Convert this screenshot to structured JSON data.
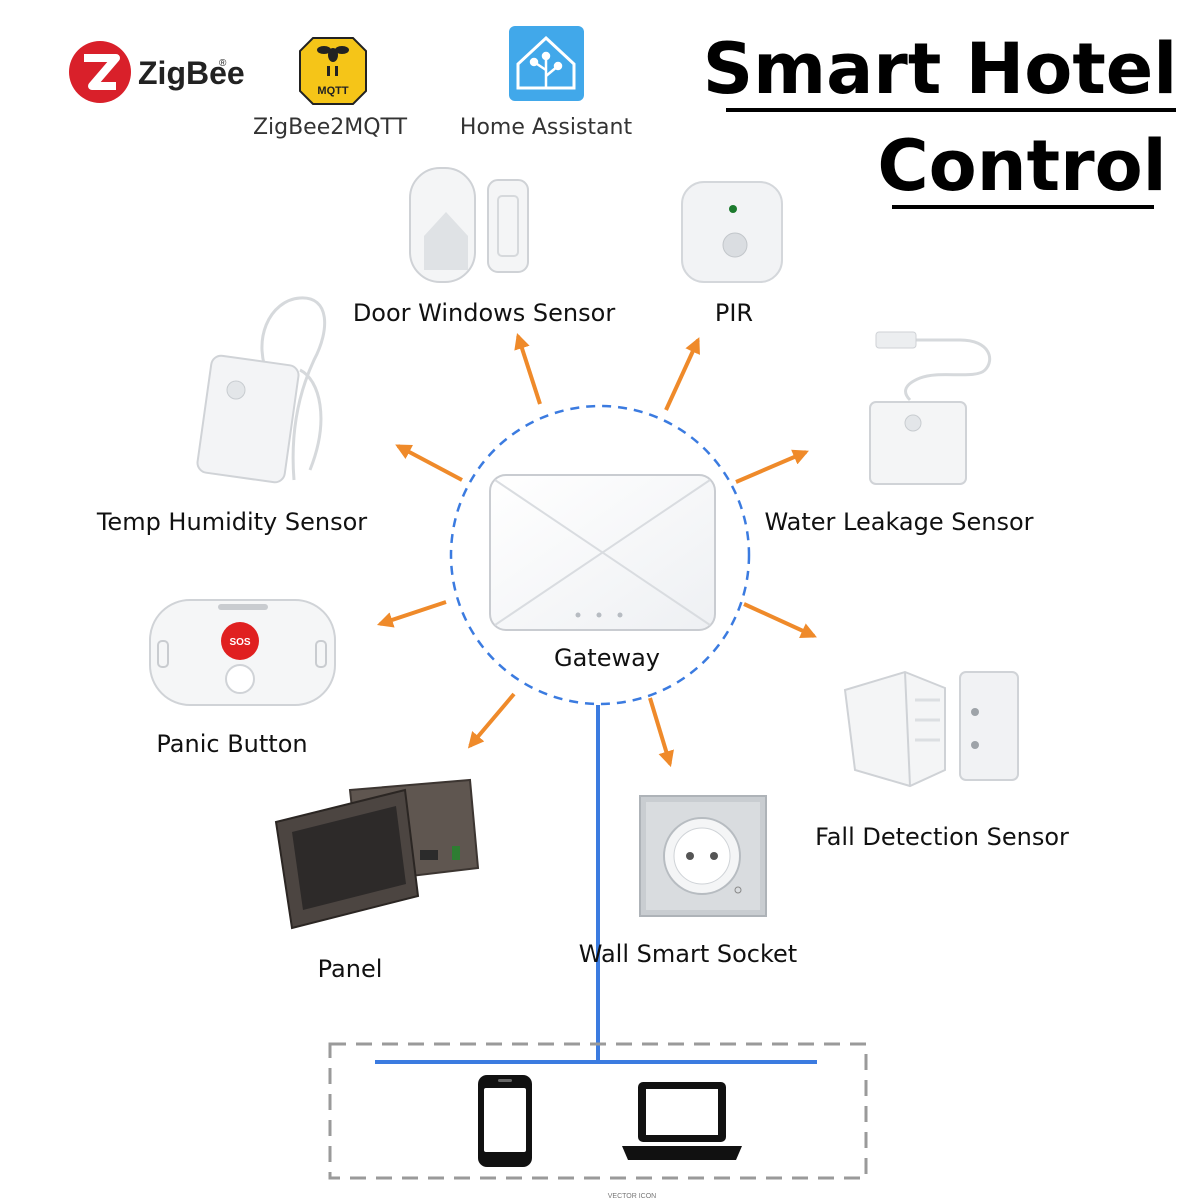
{
  "title": {
    "line1": "Smart Hotel",
    "line2": "Control"
  },
  "logos": {
    "zigbee": "ZigBee",
    "zigbee_reg": "®",
    "mqtt_badge": "MQTT",
    "zigbee2mqtt": "ZigBee2MQTT",
    "home_assistant": "Home Assistant"
  },
  "gateway": {
    "label": "Gateway"
  },
  "devices": {
    "door_window": "Door Windows Sensor",
    "pir": "PIR",
    "water_leakage": "Water Leakage Sensor",
    "temp_humidity": "Temp Humidity Sensor",
    "panic_button": "Panic Button",
    "sos": "SOS",
    "fall_detection": "Fall Detection Sensor",
    "panel": "Panel",
    "wall_socket": "Wall Smart Socket"
  },
  "footer": {
    "vector_icon": "VECTOR ICON"
  },
  "colors": {
    "arrow": "#ef8a2a",
    "network_line": "#3b7be0",
    "gateway_ring": "#3b7be0",
    "zigbee_red": "#d9202a",
    "mqtt_yellow": "#f5c518",
    "home_assistant_blue": "#41a8ea",
    "sos_red": "#e02020"
  }
}
